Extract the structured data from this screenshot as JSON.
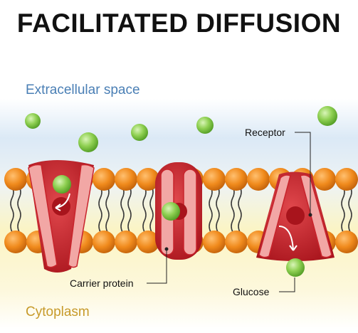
{
  "title": "FACILITATED DIFFUSION",
  "regions": {
    "extracellular": "Extracellular space",
    "cytoplasm": "Cytoplasm"
  },
  "labels": {
    "receptor": "Receptor",
    "carrier_protein": "Carrier protein",
    "glucose": "Glucose"
  },
  "colors": {
    "extracellular_tint": "#dbe9f6",
    "cytoplasm_tint": "#fbf4c4",
    "lipid_head": "#f08a1c",
    "protein_dark": "#c8242c",
    "protein_light": "#f2a7a5",
    "glucose": "#7cc34a"
  }
}
